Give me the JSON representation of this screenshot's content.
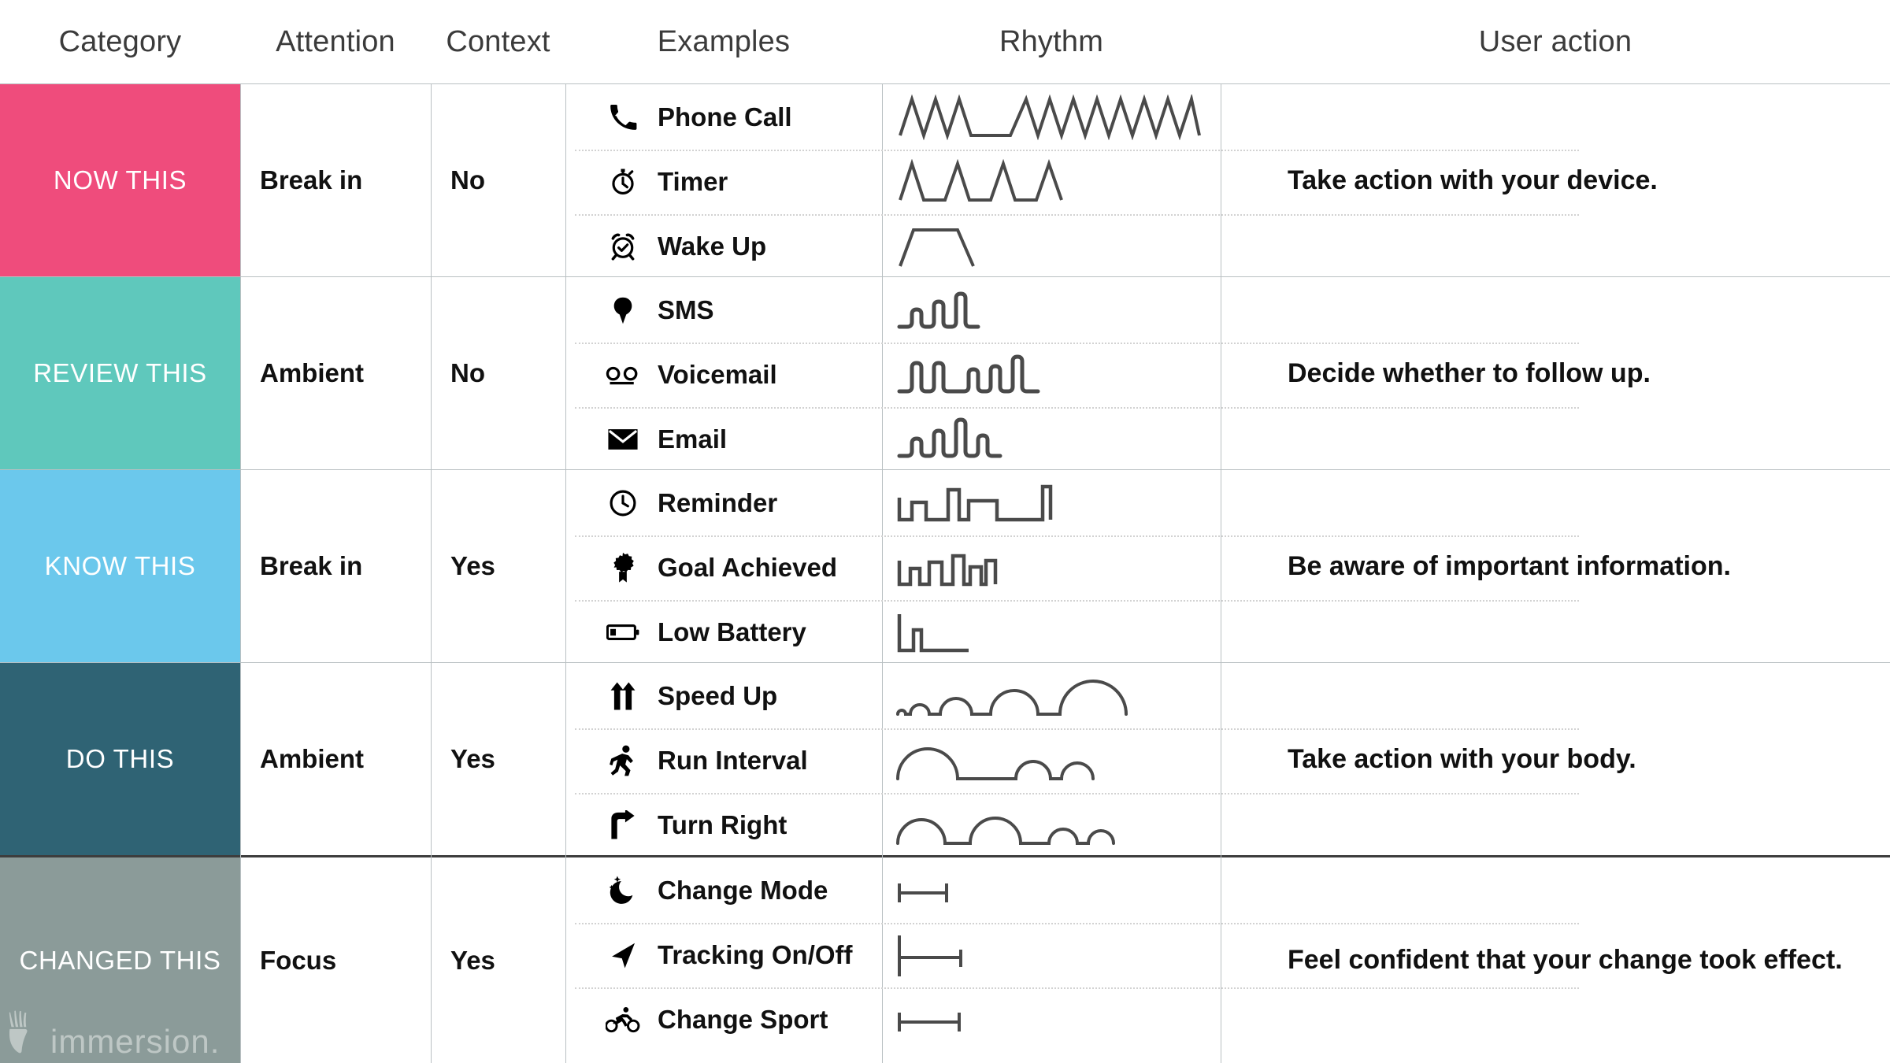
{
  "header": {
    "columns": [
      {
        "label": "Category",
        "key": "category"
      },
      {
        "label": "Attention",
        "key": "attention"
      },
      {
        "label": "Context",
        "key": "context"
      },
      {
        "label": "Examples",
        "key": "examples"
      },
      {
        "label": "Rhythm",
        "key": "rhythm"
      },
      {
        "label": "User action",
        "key": "user_action"
      }
    ]
  },
  "colors": {
    "now_this": "#EF4C7C",
    "review_this": "#5FC8BC",
    "know_this": "#6BC8EC",
    "do_this": "#2F6374",
    "changed_this": "#8B9B99",
    "grid_line": "#B9C0C2",
    "dotted_line": "#D2D2D2",
    "thick_divider": "#3D3D3D",
    "waveform_stroke": "#4A4A4A",
    "header_text": "#3B3B3B",
    "body_text": "#111111",
    "swatch_text": "#FFFFFF"
  },
  "rows": [
    {
      "category": "NOW THIS",
      "color_key": "now_this",
      "attention": "Break in",
      "context": "No",
      "user_action": "Take action with your device.",
      "examples": [
        {
          "label": "Phone Call",
          "icon": "phone-icon",
          "rhythm": "sawtooth-burst-long"
        },
        {
          "label": "Timer",
          "icon": "stopwatch-icon",
          "rhythm": "sawtooth-four-peaks"
        },
        {
          "label": "Wake Up",
          "icon": "alarm-clock-icon",
          "rhythm": "trapezoid-single"
        }
      ]
    },
    {
      "category": "REVIEW THIS",
      "color_key": "review_this",
      "attention": "Ambient",
      "context": "No",
      "user_action": "Decide whether to follow up.",
      "examples": [
        {
          "label": "SMS",
          "icon": "speech-bubble-icon",
          "rhythm": "rounded-pulse-rising-3"
        },
        {
          "label": "Voicemail",
          "icon": "voicemail-icon",
          "rhythm": "rounded-pulse-long-6"
        },
        {
          "label": "Email",
          "icon": "envelope-icon",
          "rhythm": "rounded-pulse-arch-3"
        }
      ]
    },
    {
      "category": "KNOW THIS",
      "color_key": "know_this",
      "attention": "Break in",
      "context": "Yes",
      "user_action": "Be aware of important information.",
      "examples": [
        {
          "label": "Reminder",
          "icon": "clock-icon",
          "rhythm": "square-wave-varied-long"
        },
        {
          "label": "Goal Achieved",
          "icon": "award-badge-icon",
          "rhythm": "square-wave-short-cluster"
        },
        {
          "label": "Low Battery",
          "icon": "low-battery-icon",
          "rhythm": "square-wave-two-pulse"
        }
      ]
    },
    {
      "category": "DO THIS",
      "color_key": "do_this",
      "attention": "Ambient",
      "context": "Yes",
      "user_action": "Take action with your body.",
      "examples": [
        {
          "label": "Speed Up",
          "icon": "double-up-arrow-icon",
          "rhythm": "arcs-growing"
        },
        {
          "label": "Run Interval",
          "icon": "runner-icon",
          "rhythm": "arcs-big-then-small"
        },
        {
          "label": "Turn Right",
          "icon": "turn-right-arrow-icon",
          "rhythm": "arcs-decreasing"
        }
      ]
    },
    {
      "category": "CHANGED THIS",
      "color_key": "changed_this",
      "attention": "Focus",
      "context": "Yes",
      "user_action": "Feel confident that your change took effect.",
      "examples": [
        {
          "label": "Change Mode",
          "icon": "moon-stars-icon",
          "rhythm": "ibeam-short"
        },
        {
          "label": "Tracking On/Off",
          "icon": "navigation-arrow-icon",
          "rhythm": "ibeam-tall-left"
        },
        {
          "label": "Change Sport",
          "icon": "cyclist-icon",
          "rhythm": "ibeam-medium"
        }
      ]
    }
  ],
  "watermark": {
    "text": "immersion.",
    "icon": "hand-logo-icon"
  }
}
